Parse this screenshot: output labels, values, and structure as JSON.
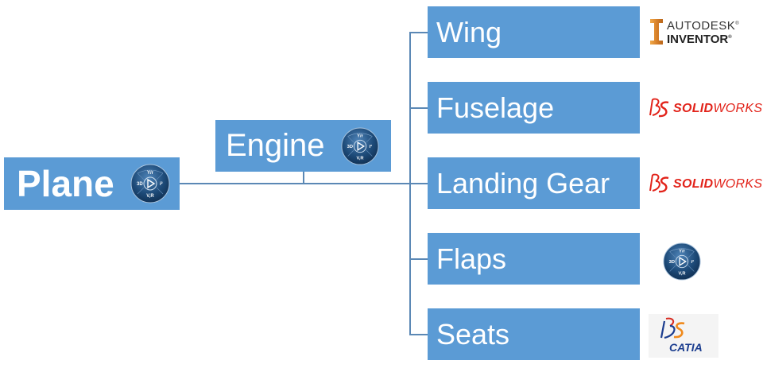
{
  "diagram": {
    "root": {
      "label": "Plane",
      "tool": "3dexperience"
    },
    "intermediate": {
      "label": "Engine",
      "tool": "3dexperience"
    },
    "children": [
      {
        "label": "Wing",
        "tool": "autodesk-inventor"
      },
      {
        "label": "Fuselage",
        "tool": "solidworks"
      },
      {
        "label": "Landing Gear",
        "tool": "solidworks"
      },
      {
        "label": "Flaps",
        "tool": "3dexperience"
      },
      {
        "label": "Seats",
        "tool": "catia"
      }
    ]
  },
  "logos": {
    "inventor": {
      "line1": "AUTODESK",
      "line2": "INVENTOR",
      "reg": "®"
    },
    "solidworks": {
      "bold": "SOLID",
      "light": "WORKS",
      "mark": "DS"
    },
    "catia": {
      "text": "CATIA",
      "mark": "DS"
    },
    "compass": {
      "top": "Y/r",
      "left": "3D",
      "right": "i²",
      "bottom": "V,R"
    }
  },
  "colors": {
    "node_fill": "#5b9bd5",
    "connector": "#5b88b5",
    "inventor_orange": "#e08b2c",
    "solidworks_red": "#e2231a",
    "catia_blue": "#1b3d8f",
    "compass_dark": "#0f2d4f"
  }
}
